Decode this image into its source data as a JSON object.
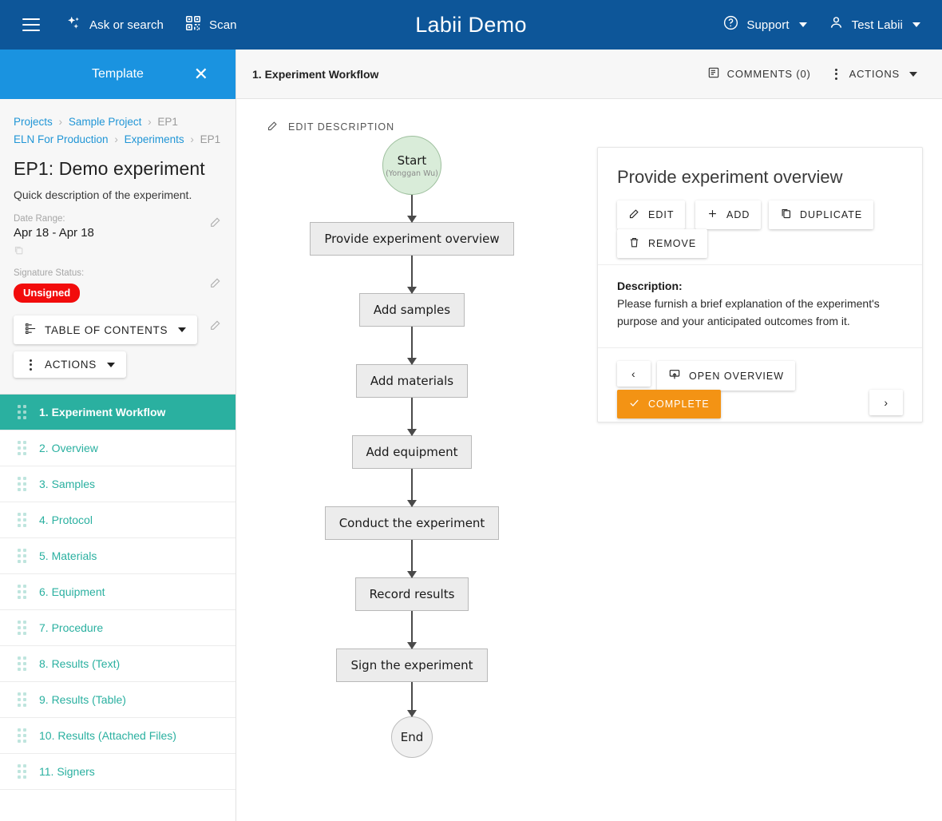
{
  "appbar": {
    "menu_icon": "hamburger-icon",
    "ask_label": "Ask or search",
    "ask_icon": "sparkle-icon",
    "scan_label": "Scan",
    "scan_icon": "qr-scan-icon",
    "title": "Labii Demo",
    "support_label": "Support",
    "support_icon": "help-circle-icon",
    "user_label": "Test Labii",
    "user_icon": "person-icon",
    "background": "#0d5699"
  },
  "left_panel": {
    "template_title": "Template",
    "close_icon": "close-icon",
    "breadcrumbs_row1": [
      {
        "text": "Projects",
        "link": true
      },
      {
        "text": "Sample Project",
        "link": true
      },
      {
        "text": "EP1",
        "link": false
      }
    ],
    "breadcrumbs_row2": [
      {
        "text": "ELN For Production",
        "link": true
      },
      {
        "text": "Experiments",
        "link": true
      },
      {
        "text": "EP1",
        "link": false
      }
    ],
    "experiment_title": "EP1: Demo experiment",
    "description": "Quick description of the experiment.",
    "date_range_label": "Date Range:",
    "date_range_value": "Apr 18 - Apr 18",
    "signature_label": "Signature Status:",
    "signature_value": "Unsigned",
    "signature_color": "#f20c0c",
    "toc_button": "TABLE OF CONTENTS",
    "actions_button": "ACTIONS",
    "accent_blue": "#1a93e0",
    "accent_teal": "#2ab0a0",
    "sections": [
      {
        "label": "1. Experiment Workflow",
        "active": true
      },
      {
        "label": "2. Overview",
        "active": false
      },
      {
        "label": "3. Samples",
        "active": false
      },
      {
        "label": "4. Protocol",
        "active": false
      },
      {
        "label": "5. Materials",
        "active": false
      },
      {
        "label": "6. Equipment",
        "active": false
      },
      {
        "label": "7. Procedure",
        "active": false
      },
      {
        "label": "8. Results (Text)",
        "active": false
      },
      {
        "label": "9. Results (Table)",
        "active": false
      },
      {
        "label": "10. Results (Attached Files)",
        "active": false
      },
      {
        "label": "11. Signers",
        "active": false
      }
    ]
  },
  "main": {
    "section_title": "1. Experiment Workflow",
    "comments_label": "COMMENTS (0)",
    "comments_icon": "comment-icon",
    "actions_label": "ACTIONS",
    "edit_description_label": "EDIT DESCRIPTION",
    "flow": {
      "start": {
        "label": "Start",
        "sublabel": "(Yonggan Wu)"
      },
      "steps": [
        "Provide experiment overview",
        "Add samples",
        "Add materials",
        "Add equipment",
        "Conduct the experiment",
        "Record results",
        "Sign the experiment"
      ],
      "end": {
        "label": "End"
      }
    }
  },
  "detail": {
    "title": "Provide experiment overview",
    "edit_label": "EDIT",
    "add_label": "ADD",
    "duplicate_label": "DUPLICATE",
    "remove_label": "REMOVE",
    "description_label": "Description:",
    "description_text": "Please furnish a brief explanation of the experiment's purpose and your anticipated outcomes from it.",
    "prev_label": "‹",
    "open_overview_label": "OPEN OVERVIEW",
    "complete_label": "COMPLETE",
    "next_label": "›",
    "complete_color": "#f39314"
  }
}
